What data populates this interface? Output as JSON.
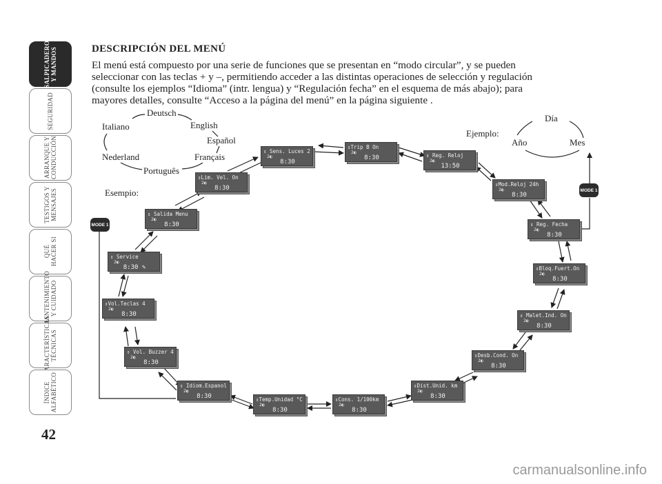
{
  "tabs": [
    {
      "label": "SALPICADERO\nY MANDOS",
      "active": true
    },
    {
      "label": "SEGURIDAD",
      "active": false
    },
    {
      "label": "ARRANQUE Y\nCONDUCCIÓN",
      "active": false
    },
    {
      "label": "TESTIGOS Y\nMENSAJES",
      "active": false
    },
    {
      "label": "QUÉ\nHACER SI",
      "active": false
    },
    {
      "label": "MANTENIMIENTO\nY CUIDADO",
      "active": false
    },
    {
      "label": "CARACTERÍSTICAS\nTÉCNICAS",
      "active": false
    },
    {
      "label": "ÍNDICE\nALFABÉTICO",
      "active": false
    }
  ],
  "page_number": "42",
  "heading": "DESCRIPCIÓN DEL MENÚ",
  "paragraph_lines": [
    "El menú está compuesto por una serie de funciones que se presentan en “modo circular”, y se pueden",
    "seleccionar con las teclas + y –, permitiendo acceder a las distintas operaciones de selección y regulación",
    "(consulte los ejemplos “Idioma” (intr. lengua) y “Regulación fecha” en el esquema de más abajo); para",
    "mayores detalles, consulte “Acceso a la página del menú” en la página siguiente ."
  ],
  "languages": {
    "deutsch": "Deutsch",
    "italiano": "Italiano",
    "english": "English",
    "espanol": "Español",
    "nederland": "Nederland",
    "francais": "Français",
    "portugues": "Português"
  },
  "esempio": "Esempio:",
  "ejemplo": "Ejemplo:",
  "date_cycle": {
    "dia": "Día",
    "ano": "Año",
    "mes": "Mes"
  },
  "mode_button": "MODE 1",
  "screens": [
    {
      "line1": "⇕ Sens. Luces  2",
      "line2": "2◐",
      "line3": "8:30"
    },
    {
      "line1": "⇕Trip B     On",
      "line2": "2◐",
      "line3": "8:30"
    },
    {
      "line1": "⇕  Reg. Reloj",
      "line2": "2◐",
      "line3": "13:50"
    },
    {
      "line1": "⇕Mod.Reloj 24h",
      "line2": "2◐",
      "line3": "8:30"
    },
    {
      "line1": "⇕  Reg. Fecha",
      "line2": "2◐",
      "line3": "8:30"
    },
    {
      "line1": "⇕Bloq.Fuert.On",
      "line2": "2◐",
      "line3": "8:30"
    },
    {
      "line1": "⇕ Malet.Ind. On",
      "line2": "2◐",
      "line3": "8:30"
    },
    {
      "line1": "⇕Desb.Cond. On",
      "line2": "2◐",
      "line3": "8:30"
    },
    {
      "line1": "⇕Dist.Unid. km",
      "line2": "2◐",
      "line3": "8:30"
    },
    {
      "line1": "⇕Cons. 1/100km",
      "line2": "2◐",
      "line3": "8:30"
    },
    {
      "line1": "⇕Temp.Unidad °C",
      "line2": "2◐",
      "line3": "8:30"
    },
    {
      "line1": "⇕ Idiom.Espanol",
      "line2": "2◐",
      "line3": "8:30"
    },
    {
      "line1": "⇕  Vol. Buzzer 4",
      "line2": "2◐",
      "line3": "8:30"
    },
    {
      "line1": "⇕Vol.Teclas 4",
      "line2": "2◐",
      "line3": "8:30"
    },
    {
      "line1": "⇕     Service",
      "line2": "2◐",
      "line3": "8:30  ✎"
    },
    {
      "line1": "⇕  Salida Menu",
      "line2": "2◐",
      "line3": "8:30"
    },
    {
      "line1": "⇕Lim. Vel.  On",
      "line2": "2◐",
      "line3": "8:30"
    }
  ],
  "watermark": "carmanualsonline.info"
}
